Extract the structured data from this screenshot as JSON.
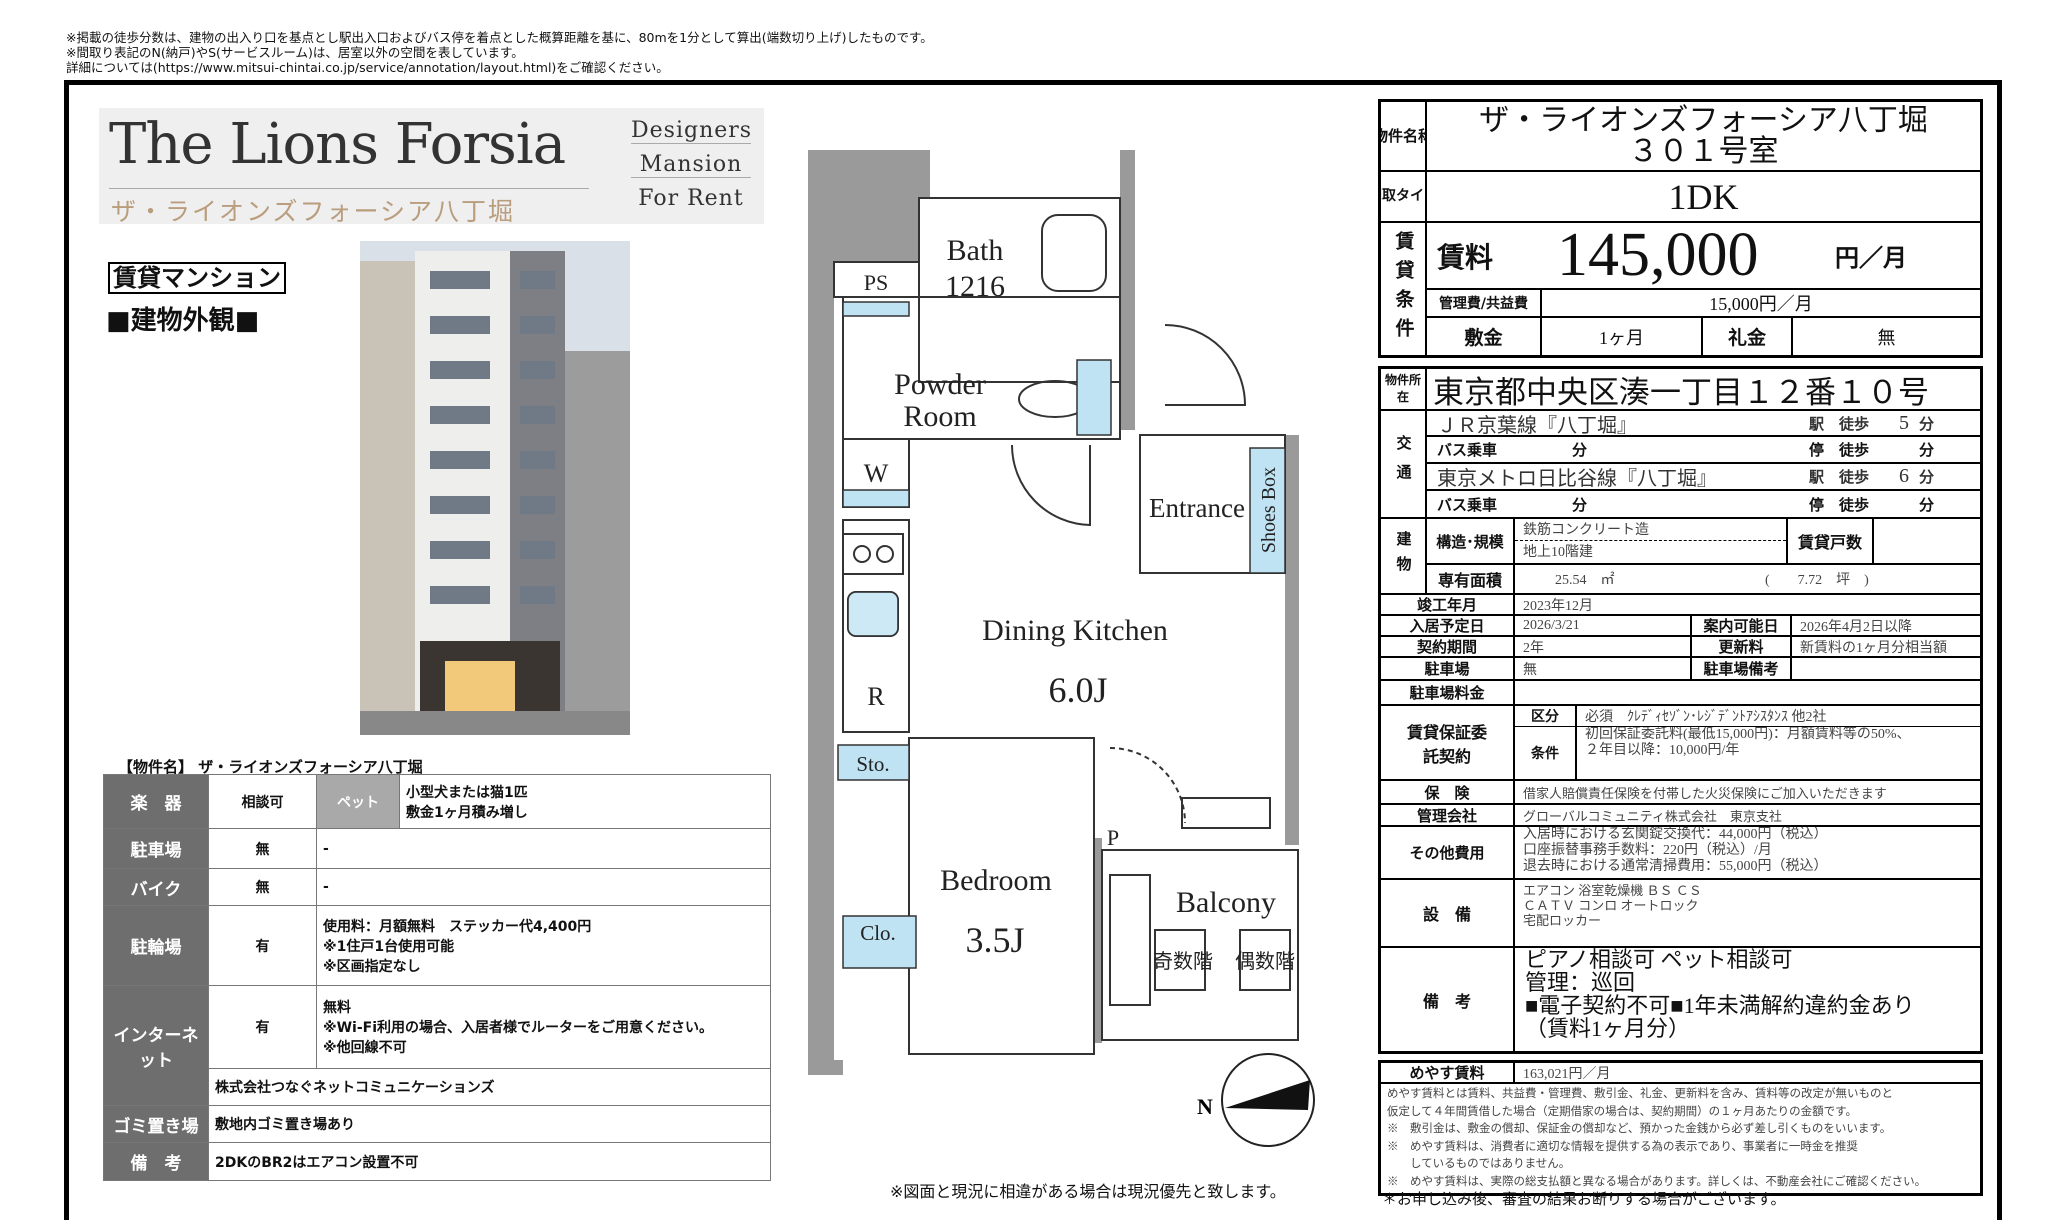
{
  "notes": [
    "※掲載の徒歩分数は、建物の出入り口を基点とし駅出入口およびバス停を着点とした概算距離を基に、80mを1分として算出(端数切り上げ)したものです。",
    "※間取り表記のN(納戸)やS(サービスルーム)は、居室以外の空間を表しています。",
    "詳細については(https://www.mitsui-chintai.co.jp/service/annotation/layout.html)をご確認ください。"
  ],
  "logo": {
    "title": "The Lions Forsia",
    "subtitle": "ザ・ライオンズフォーシア八丁堀",
    "tagline": [
      "Designers",
      "Mansion",
      "For Rent"
    ]
  },
  "badge": "賃貸マンション",
  "photo_caption": "■建物外観■",
  "left_table": {
    "property_label": "【物件名】",
    "property_name": "ザ・ライオンズフォーシア八丁堀",
    "instrument": {
      "label": "楽　器",
      "value": "相談可"
    },
    "pet": {
      "label": "ペット",
      "value": [
        "小型犬または猫1匹",
        "敷金1ヶ月積み増し"
      ]
    },
    "parking": {
      "label": "駐車場",
      "value": "無",
      "note": "-"
    },
    "bike": {
      "label": "バイク",
      "value": "無",
      "note": "-"
    },
    "bicycle": {
      "label": "駐輪場",
      "value": "有",
      "note": [
        "使用料：月額無料　ステッカー代4,400円",
        "※1住戸1台使用可能",
        "※区画指定なし"
      ]
    },
    "internet": {
      "label": "インターネット",
      "value": "有",
      "note": [
        "無料",
        "※Wi-Fi利用の場合、入居者様でルーターをご用意ください。",
        "※他回線不可"
      ],
      "provider": "株式会社つなぐネットコミュニケーションズ"
    },
    "garbage": {
      "label": "ゴミ置き場",
      "value": "敷地内ゴミ置き場あり"
    },
    "remarks": {
      "label": "備　考",
      "value": "2DKのBR2はエアコン設置不可"
    }
  },
  "floorplan": {
    "rooms": {
      "bath": "Bath",
      "bath_size": "1216",
      "ps": "PS",
      "powder1": "Powder",
      "powder2": "Room",
      "w": "W",
      "r": "R",
      "sto": "Sto.",
      "entrance": "Entrance",
      "shoes": "Shoes Box",
      "dk": "Dining Kitchen",
      "dk_size": "6.0J",
      "bedroom": "Bedroom",
      "bedroom_size": "3.5J",
      "clo": "Clo.",
      "p": "P",
      "balcony": "Balcony",
      "odd": "奇数階",
      "even": "偶数階",
      "north": "N"
    },
    "note": "※図面と現況に相違がある場合は現況優先と致します。"
  },
  "right": {
    "name_label": "物件名称",
    "name": "ザ・ライオンズフォーシア八丁堀",
    "room": "３０１号室",
    "type_label": "間取タイプ",
    "type": "1DK",
    "terms_label": "賃貸条件",
    "rent_label": "賃料",
    "rent": "145,000",
    "rent_unit": "円／月",
    "mgmt_label": "管理費/共益費",
    "mgmt": "15,000円／月",
    "deposit_label": "敷金",
    "deposit": "1ヶ月",
    "key_label": "礼金",
    "key": "無",
    "addr_label": "物件所在",
    "address": "東京都中央区湊一丁目１２番１０号",
    "transport_label": "交通",
    "transport": [
      {
        "line": "ＪＲ京葉線『八丁堀』",
        "kind": "駅",
        "walk": "徒歩",
        "min": "5",
        "unit": "分"
      },
      {
        "line": "バス乗車",
        "bus_unit": "分",
        "kind": "停",
        "walk": "徒歩",
        "min": "",
        "unit": "分"
      },
      {
        "line": "東京メトロ日比谷線『八丁堀』",
        "kind": "駅",
        "walk": "徒歩",
        "min": "6",
        "unit": "分"
      },
      {
        "line": "バス乗車",
        "bus_unit": "分",
        "kind": "停",
        "walk": "徒歩",
        "min": "",
        "unit": "分"
      }
    ],
    "bldg_label": "建物",
    "struct_label": "構造･規模",
    "struct1": "鉄筋コンクリート造",
    "struct2": "地上10階建",
    "units_label": "賃貸戸数",
    "units": "",
    "area_label": "専有面積",
    "area_m2": "25.54　㎡",
    "area_tsubo": "(　　7.72　坪　)",
    "built_label": "竣工年月",
    "built": "2023年12月",
    "movein_label": "入居予定日",
    "movein": "2026/3/21",
    "view_label": "案内可能日",
    "view": "2026年4月2日以降",
    "term_label": "契約期間",
    "term": "2年",
    "renew_label": "更新料",
    "renew": "新賃料の1ヶ月分相当額",
    "park_label": "駐車場",
    "park": "無",
    "park_note_label": "駐車場備考",
    "park_note": "",
    "park_fee_label": "駐車場料金",
    "park_fee": "",
    "guar_label": "賃貸保証委託契約",
    "guar_kubun_label": "区分",
    "guar_kubun": "必須　ｸﾚﾃﾞｨｾｿﾞﾝ･ﾚｼﾞﾃﾞﾝﾄｱｼｽﾀﾝｽ 他2社",
    "guar_cond_label": "条件",
    "guar_cond": [
      "初回保証委託料(最低15,000円)：月額賃料等の50%、",
      "２年目以降：10,000円/年"
    ],
    "ins_label": "保　険",
    "ins": "借家人賠償責任保険を付帯した火災保険にご加入いただきます",
    "mgr_label": "管理会社",
    "mgr": "グローバルコミュニティ株式会社　東京支社",
    "other_label": "その他費用",
    "other": [
      "入居時における玄関錠交換代：44,000円（税込）",
      "口座振替事務手数料：220円（税込）/月",
      "退去時における通常清掃費用：55,000円（税込）"
    ],
    "equip_label": "設　備",
    "equip": [
      "エアコン 浴室乾燥機 ＢＳ ＣＳ",
      "ＣＡＴＶ コンロ オートロック",
      "宅配ロッカー"
    ],
    "remarks_label": "備　考",
    "remarks": [
      "ピアノ相談可 ペット相談可",
      "管理：巡回",
      "■電子契約不可■1年未満解約違約金あり",
      "（賃料1ヶ月分）"
    ],
    "meyasu_label": "めやす賃料",
    "meyasu": "163,021円／月",
    "meyasu_notes": [
      "めやす賃料とは賃料、共益費・管理費、敷引金、礼金、更新料を含み、賃料等の改定が無いものと",
      "仮定して４年間賃借した場合（定期借家の場合は、契約期間）の１ヶ月あたりの金額です。",
      "※　敷引金は、敷金の償却、保証金の償却など、預かった金銭から必ず差し引くものをいいます。",
      "※　めやす賃料は、消費者に適切な情報を提供する為の表示であり、事業者に一時金を推奨",
      "　　しているものではありません。",
      "※　めやす賃料は、実際の総支払額と異なる場合があります。詳しくは、不動産会社にご確認ください。"
    ],
    "footer": "＊お申し込み後、審査の結果お断りする場合がございます。"
  }
}
